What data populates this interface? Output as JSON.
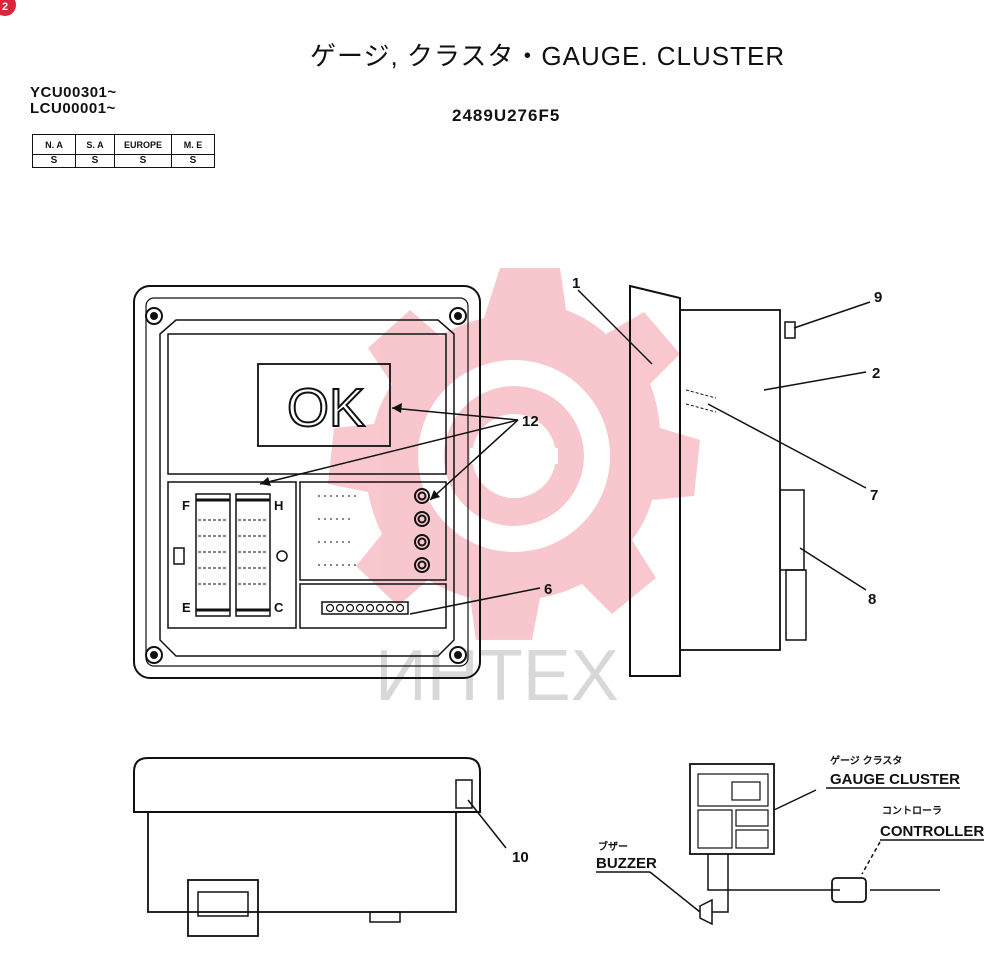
{
  "page_badge": "2",
  "title": "ゲージ, クラスタ・GAUGE. CLUSTER",
  "serials": [
    "YCU00301~",
    "LCU00001~"
  ],
  "part_code": "2489U276F5",
  "availability": {
    "regions": [
      "N. A",
      "S. A",
      "EUROPE",
      "M. E"
    ],
    "values": [
      "S",
      "S",
      "S",
      "S"
    ]
  },
  "display_text": "OK",
  "gauge_letters": {
    "fuel_full": "F",
    "fuel_empty": "E",
    "temp_hot": "H",
    "temp_cold": "C"
  },
  "callouts": [
    "1",
    "2",
    "6",
    "7",
    "8",
    "9",
    "10",
    "12"
  ],
  "labels": {
    "gauge_cluster_jp": "ゲージ クラスタ",
    "gauge_cluster": "GAUGE CLUSTER",
    "controller_jp": "コントローラ",
    "controller": "CONTROLLER",
    "buzzer_jp": "ブザー",
    "buzzer": "BUZZER"
  },
  "watermark": "ИНТЕХ",
  "colors": {
    "ink": "#111111",
    "watermark": "#f29aa6",
    "watermark_text": "#d8d8d8",
    "badge": "#d9263a"
  }
}
